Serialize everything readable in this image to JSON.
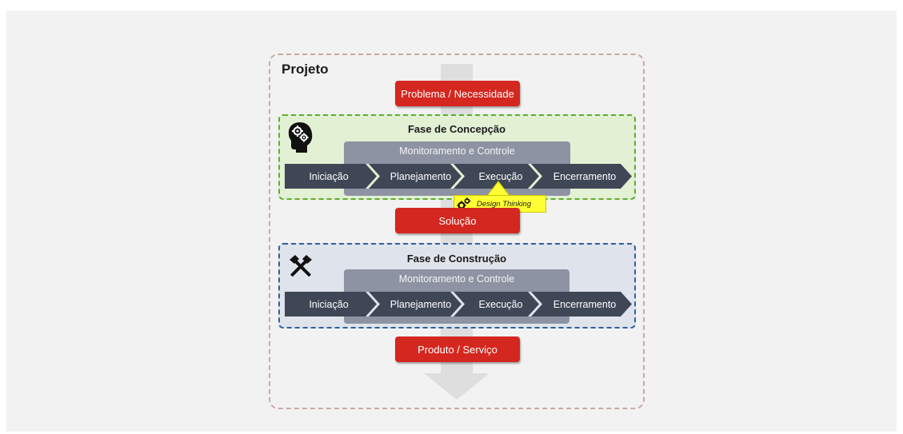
{
  "project": {
    "title": "Projeto"
  },
  "boxes": {
    "problem": "Problema / Necessidade",
    "solution": "Solução",
    "product": "Produto / Serviço"
  },
  "concept_phase": {
    "title": "Fase de Concepção",
    "icon": "head-gears-icon",
    "monitoring": "Monitoramento e Controle",
    "steps": [
      "Iniciação",
      "Planejamento",
      "Execução",
      "Encerramento"
    ],
    "callout": {
      "label": "Design Thinking",
      "icon": "gears-icon"
    }
  },
  "construction_phase": {
    "title": "Fase de Construção",
    "icon": "hammers-icon",
    "monitoring": "Monitoramento e Controle",
    "steps": [
      "Iniciação",
      "Planejamento",
      "Execução",
      "Encerramento"
    ]
  },
  "colors": {
    "red_box": "#d4271f",
    "concept_border": "#5cad2c",
    "concept_fill": "#e2f0d4",
    "construction_border": "#2f5f9e",
    "construction_fill": "#dfe3eb",
    "steps": "#3f4656",
    "monitoring": "#8d93a3",
    "callout": "#ffff33"
  }
}
